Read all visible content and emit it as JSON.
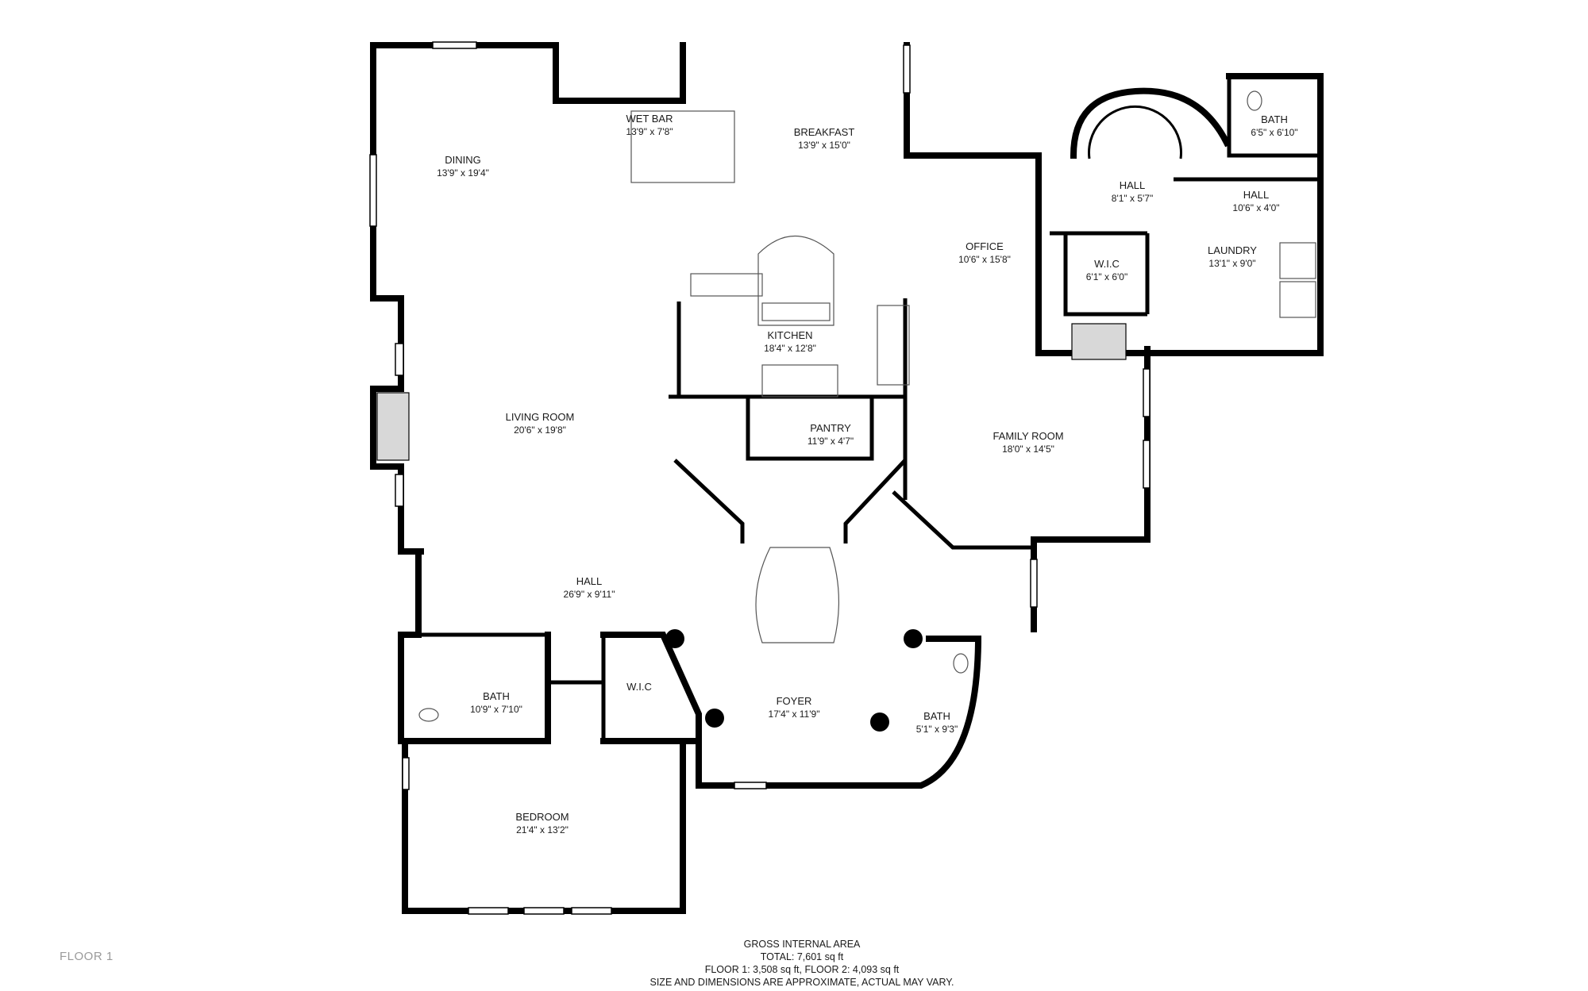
{
  "floor_label": "FLOOR 1",
  "area": {
    "heading": "GROSS INTERNAL AREA",
    "total": "TOTAL: 7,601 sq ft",
    "floors": "FLOOR 1: 3,508 sq ft, FLOOR 2: 4,093 sq ft",
    "disclaimer": "SIZE AND DIMENSIONS ARE APPROXIMATE, ACTUAL MAY VARY."
  },
  "rooms": {
    "wet_bar": {
      "name": "WET BAR",
      "dim": "13'9\" x 7'8\""
    },
    "breakfast": {
      "name": "BREAKFAST",
      "dim": "13'9\" x 15'0\""
    },
    "dining": {
      "name": "DINING",
      "dim": "13'9\" x 19'4\""
    },
    "hall_upper": {
      "name": "HALL",
      "dim": "8'1\" x 5'7\""
    },
    "bath_upper": {
      "name": "BATH",
      "dim": "6'5\" x 6'10\""
    },
    "hall_right": {
      "name": "HALL",
      "dim": "10'6\" x 4'0\""
    },
    "office": {
      "name": "OFFICE",
      "dim": "10'6\" x 15'8\""
    },
    "wic_upper": {
      "name": "W.I.C",
      "dim": "6'1\" x 6'0\""
    },
    "laundry": {
      "name": "LAUNDRY",
      "dim": "13'1\" x 9'0\""
    },
    "kitchen": {
      "name": "KITCHEN",
      "dim": "18'4\" x 12'8\""
    },
    "living_room": {
      "name": "LIVING ROOM",
      "dim": "20'6\" x 19'8\""
    },
    "pantry": {
      "name": "PANTRY",
      "dim": "11'9\" x 4'7\""
    },
    "family_room": {
      "name": "FAMILY ROOM",
      "dim": "18'0\" x 14'5\""
    },
    "hall_main": {
      "name": "HALL",
      "dim": "26'9\" x 9'11\""
    },
    "bath_left": {
      "name": "BATH",
      "dim": "10'9\" x 7'10\""
    },
    "wic_lower": {
      "name": "W.I.C",
      "dim": ""
    },
    "foyer": {
      "name": "FOYER",
      "dim": "17'4\" x 11'9\""
    },
    "bath_right": {
      "name": "BATH",
      "dim": "5'1\" x 9'3\""
    },
    "bedroom": {
      "name": "BEDROOM",
      "dim": "21'4\" x 13'2\""
    }
  }
}
